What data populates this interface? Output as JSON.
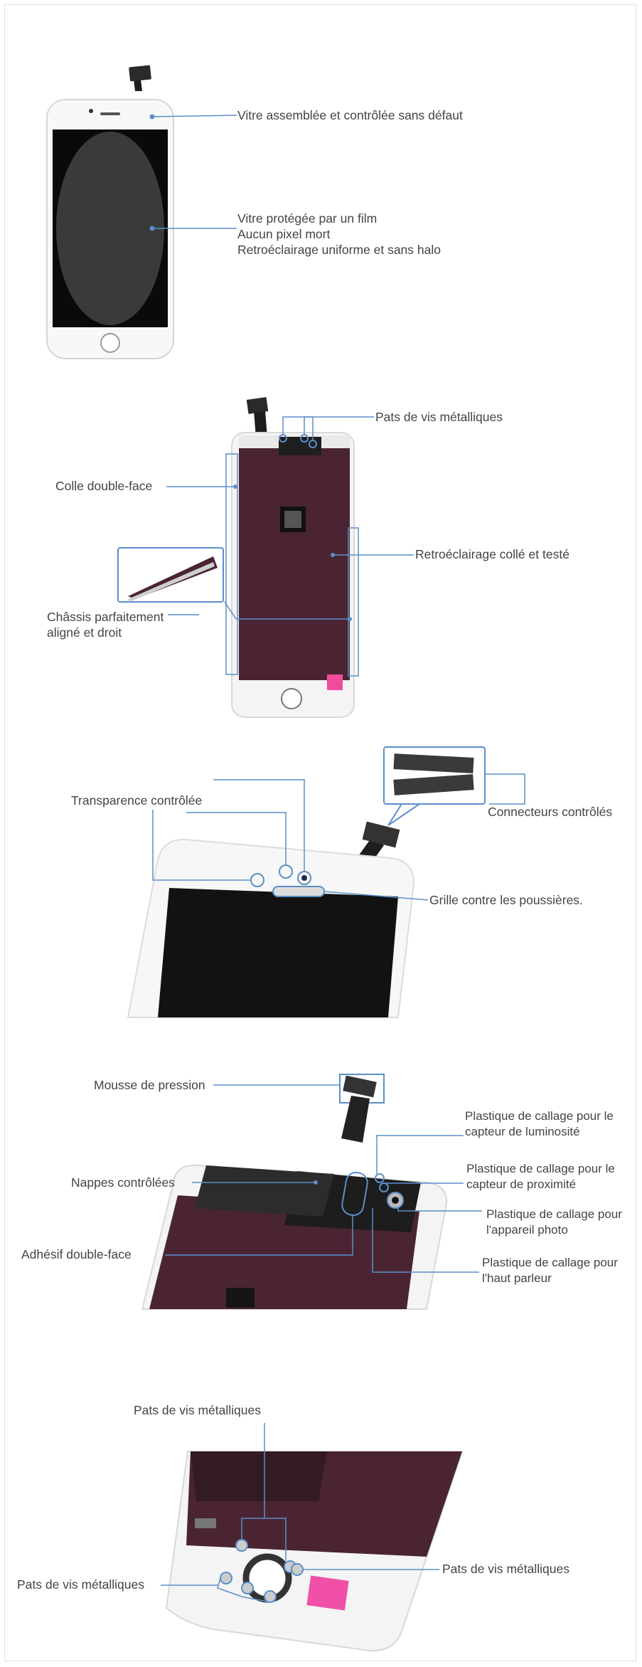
{
  "colors": {
    "accent": "#5b8fc9",
    "screen": "#2a2a2a",
    "backplate": "#4a2433",
    "frame": "#ffffff"
  },
  "section1": {
    "label_glass": "Vitre assemblée et contrôlée sans défaut",
    "label_film_1": "Vitre protégée par un film",
    "label_film_2": "Aucun pixel mort",
    "label_film_3": "Retroéclairage uniforme et sans halo"
  },
  "section2": {
    "label_screws": "Pats de vis métalliques",
    "label_glue": "Colle double-face",
    "label_backlight": "Retroéclairage collé et testé",
    "label_chassis_1": "Châssis parfaitement",
    "label_chassis_2": "aligné et droit"
  },
  "section3": {
    "label_transparency": "Transparence contrôlée",
    "label_connectors": "Connecteurs contrôlés",
    "label_grill": "Grille contre les poussières."
  },
  "section4": {
    "label_foam": "Mousse de pression",
    "label_light_1": "Plastique de callage pour le",
    "label_light_2": "capteur de luminosité",
    "label_prox_1": "Plastique de callage pour le",
    "label_prox_2": "capteur de proximité",
    "label_cable": "Nappes contrôlées",
    "label_camera_1": "Plastique de callage pour",
    "label_camera_2": "l'appareil photo",
    "label_adhesive": "Adhésif double-face",
    "label_speaker_1": "Plastique de callage pour",
    "label_speaker_2": "l'haut parleur"
  },
  "section5": {
    "label_top": "Pats de vis métalliques",
    "label_right": "Pats de vis métalliques",
    "label_left": "Pats de vis métalliques"
  }
}
